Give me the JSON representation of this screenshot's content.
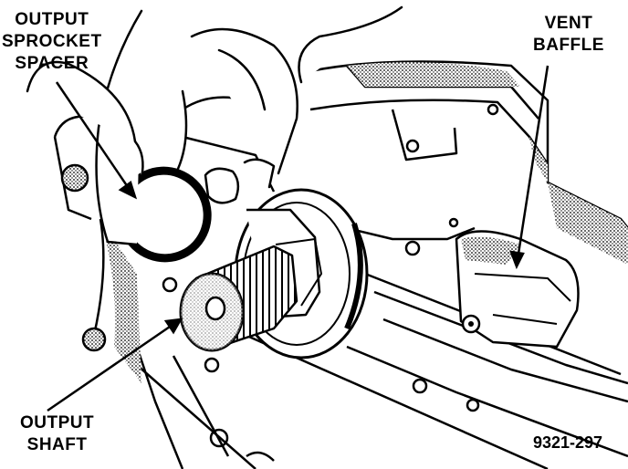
{
  "labels": {
    "spacer": [
      "OUTPUT",
      "SPROCKET",
      "SPACER"
    ],
    "vent": [
      "VENT",
      "BAFFLE"
    ],
    "shaft": [
      "OUTPUT",
      "SHAFT"
    ],
    "figure_number": "9321-297"
  },
  "colors": {
    "ink": "#000000",
    "paper": "#ffffff"
  }
}
